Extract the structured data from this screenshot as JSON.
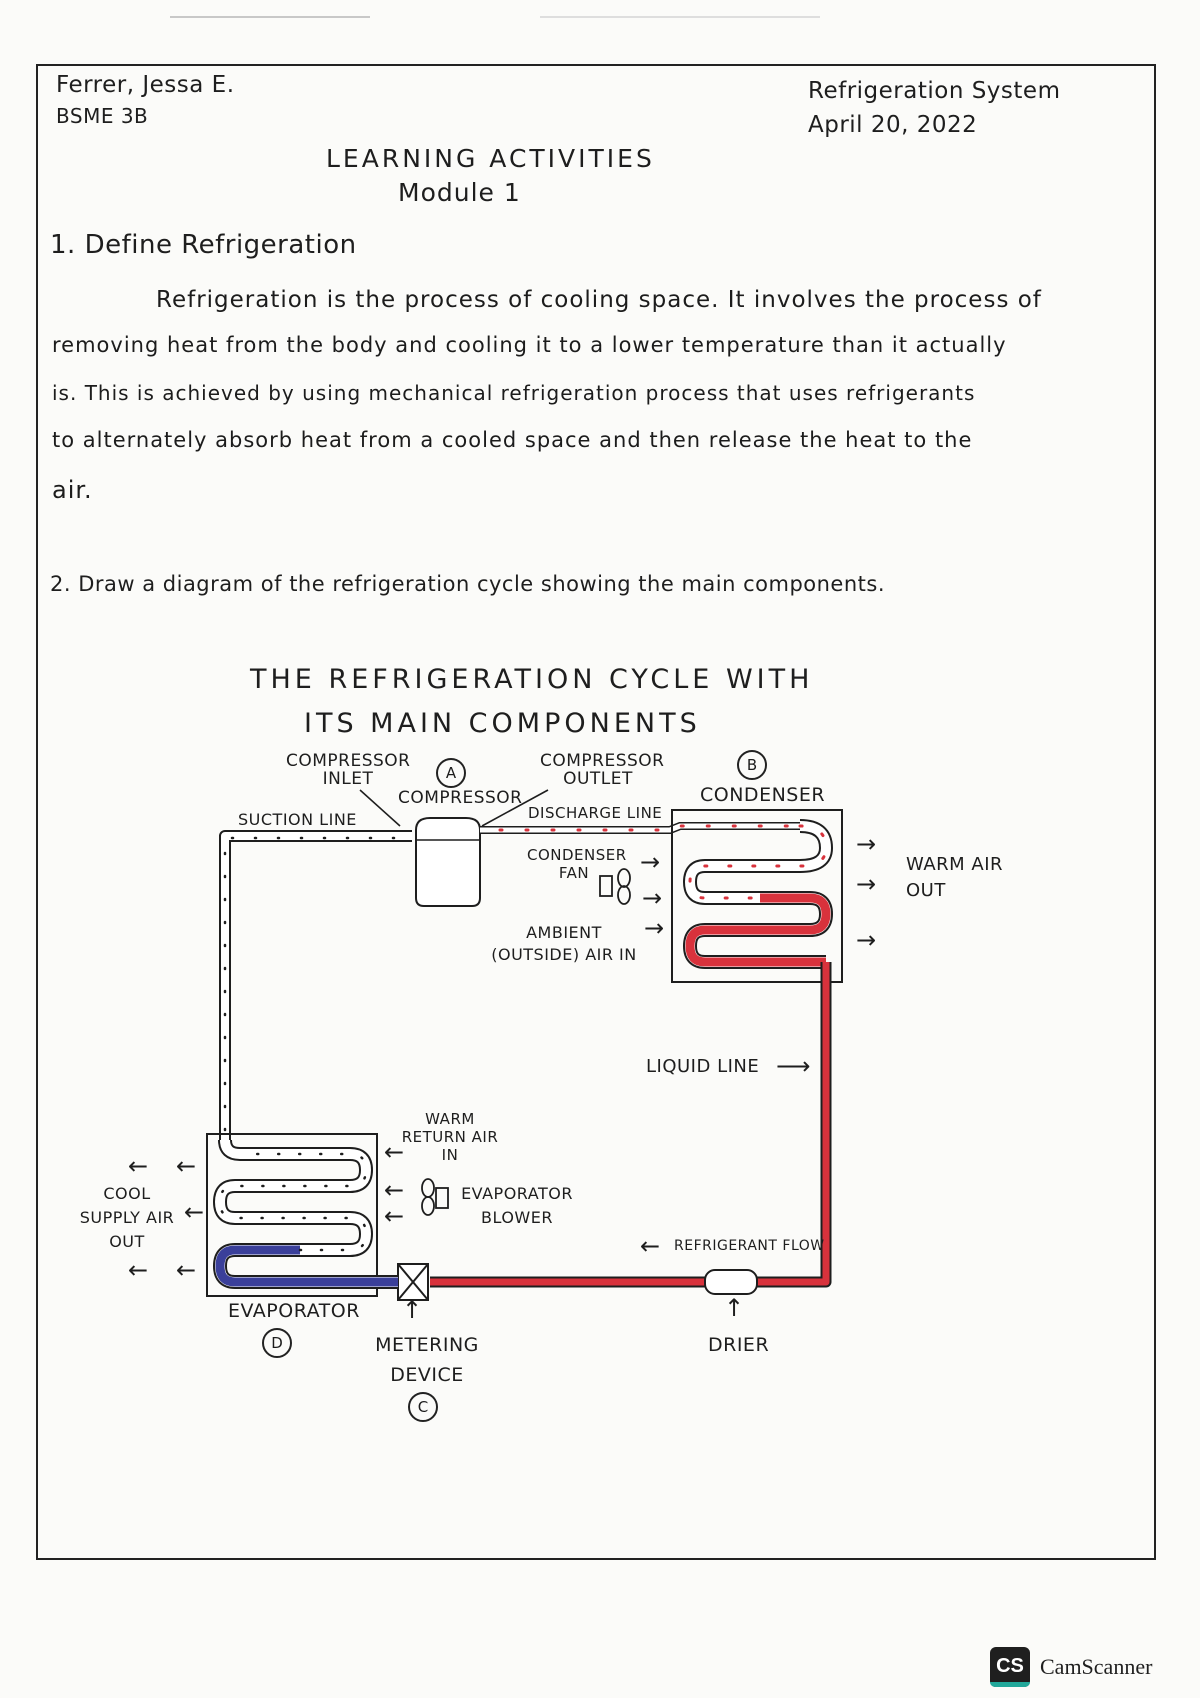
{
  "header": {
    "name": "Ferrer, Jessa E.",
    "section": "BSME 3B",
    "subject": "Refrigeration System",
    "date": "April 20, 2022"
  },
  "title": {
    "line1": "LEARNING ACTIVITIES",
    "line2": "Module 1"
  },
  "q1": {
    "prompt": "1. Define Refrigeration",
    "answer_lines": [
      "Refrigeration is the process of cooling space. It involves the process of",
      "removing heat from the body and cooling it to a lower temperature than it actually",
      "is. This is achieved by using mechanical refrigeration process that uses refrigerants",
      "to alternately absorb heat from a cooled space and then release the heat to the",
      "air."
    ]
  },
  "q2": {
    "prompt": "2. Draw a diagram of the refrigeration cycle showing the main components."
  },
  "diagram": {
    "title_line1": "THE REFRIGERATION CYCLE WITH",
    "title_line2": "ITS MAIN COMPONENTS",
    "labels": {
      "compressor_inlet": "COMPRESSOR INLET",
      "compressor": "COMPRESSOR",
      "compressor_outlet": "COMPRESSOR OUTLET",
      "condenser": "CONDENSER",
      "suction_line": "SUCTION LINE",
      "discharge_line": "DISCHARGE LINE",
      "condenser_fan": "CONDENSER FAN",
      "warm_air_out": "WARM AIR OUT",
      "ambient_air_in": "AMBIENT (OUTSIDE) AIR IN",
      "liquid_line": "LIQUID LINE",
      "warm_return_air_in": "WARM RETURN AIR IN",
      "evaporator_blower": "EVAPORATOR BLOWER",
      "cool_supply_air_out": "COOL SUPPLY AIR OUT",
      "refrigerant_flow": "REFRIGERANT FLOW",
      "evaporator": "EVAPORATOR",
      "metering_device": "METERING DEVICE",
      "drier": "DRIER"
    },
    "markers": {
      "compressor": "A",
      "condenser": "B",
      "metering_device": "C",
      "evaporator": "D"
    },
    "colors": {
      "hot_line": "#d8323c",
      "cold_line": "#3a3f9a",
      "suction_line": "#ffffff",
      "ink": "#1e1e1e"
    }
  },
  "footer": {
    "app_name": "CamScanner",
    "logo_text": "CS"
  }
}
